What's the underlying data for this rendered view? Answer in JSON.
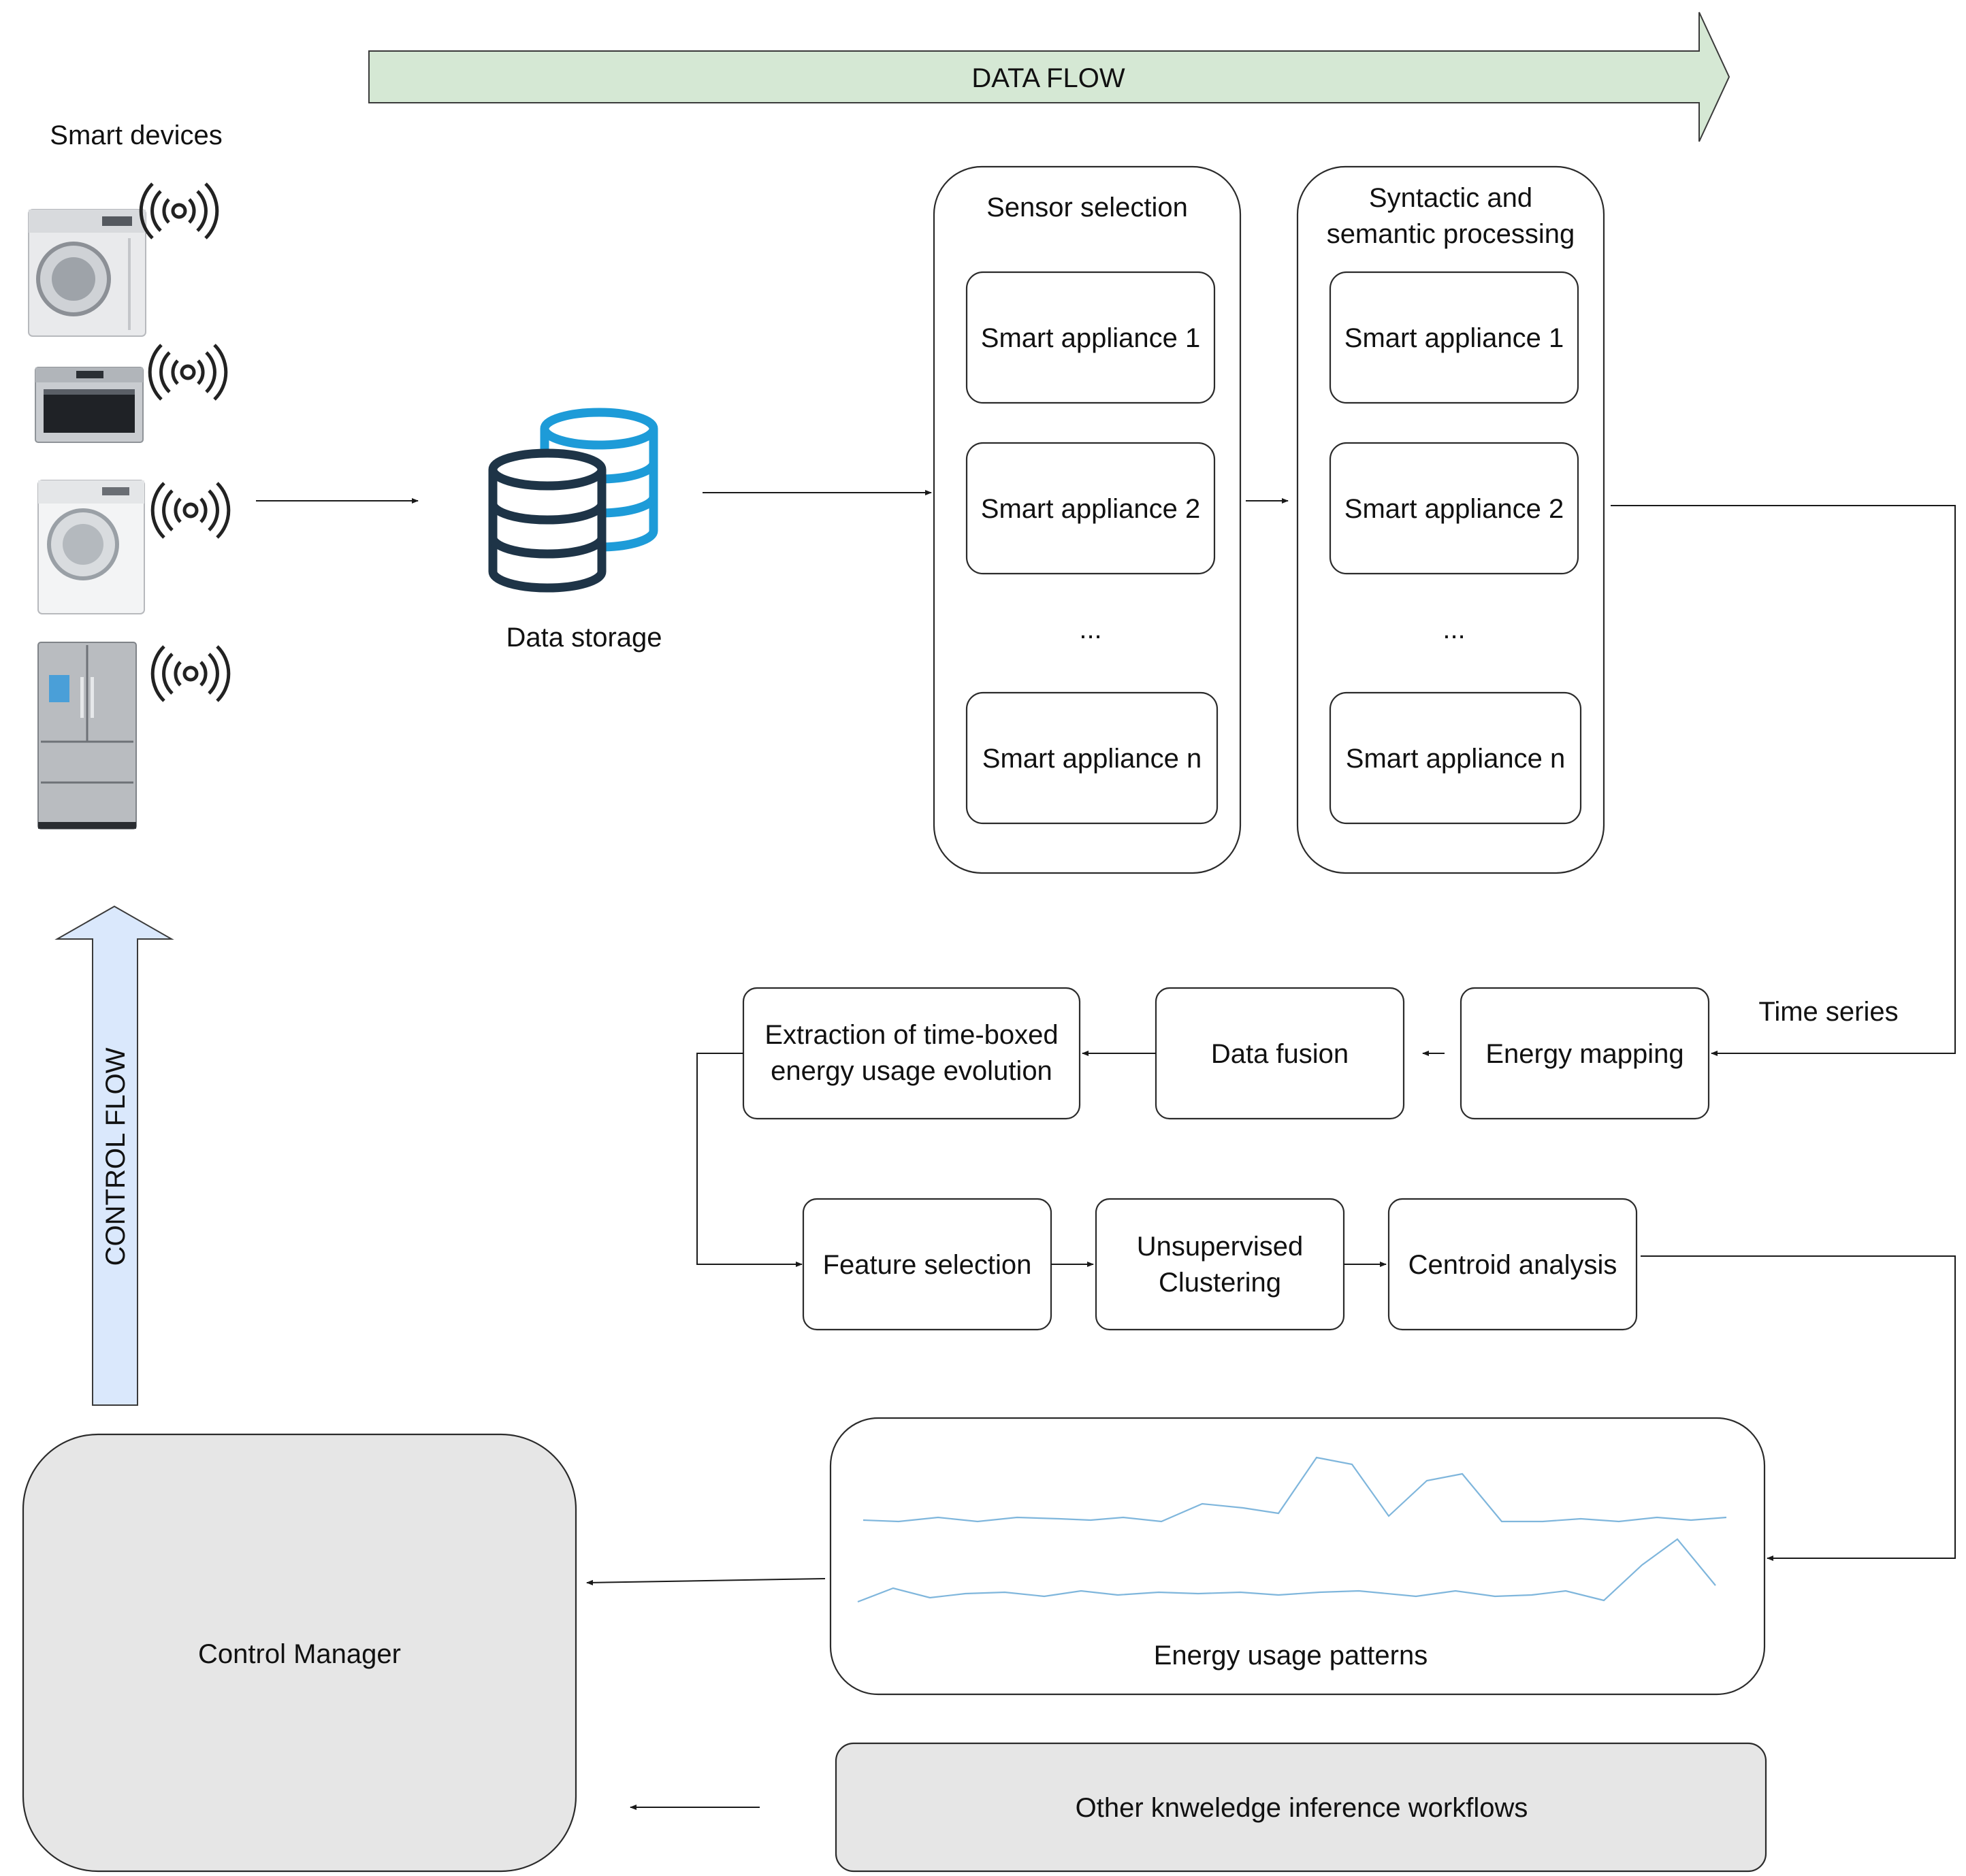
{
  "data_flow": {
    "label": "DATA FLOW",
    "color": "#d5e8d4"
  },
  "control_flow": {
    "label": "CONTROL FLOW",
    "color": "#dae8fc"
  },
  "smart_devices": {
    "title": "Smart devices",
    "items": [
      {
        "icon": "washing-machine-icon"
      },
      {
        "icon": "oven-icon"
      },
      {
        "icon": "front-load-washer-icon"
      },
      {
        "icon": "refrigerator-icon"
      }
    ]
  },
  "data_storage": {
    "label": "Data storage",
    "icon": "database-icon",
    "colors": [
      "#1e3447",
      "#1d9bd8"
    ]
  },
  "sensor_selection": {
    "title": "Sensor selection",
    "items": [
      "Smart appliance 1",
      "Smart appliance 2",
      "...",
      "Smart appliance n"
    ]
  },
  "syntactic_processing": {
    "title_line1": "Syntactic and",
    "title_line2": "semantic processing",
    "items": [
      "Smart appliance 1",
      "Smart appliance 2",
      "...",
      "Smart appliance n"
    ]
  },
  "time_series_label": "Time series",
  "energy_mapping": "Energy mapping",
  "data_fusion": "Data fusion",
  "extraction": {
    "line1": "Extraction of time-boxed",
    "line2": "energy usage evolution"
  },
  "feature_selection": "Feature selection",
  "clustering": {
    "line1": "Unsupervised",
    "line2": "Clustering"
  },
  "centroid_analysis": "Centroid analysis",
  "energy_patterns": {
    "label": "Energy usage patterns",
    "line_color": "#7fb6dc"
  },
  "control_manager": "Control Manager",
  "other_workflows": "Other knweledge inference workflows"
}
